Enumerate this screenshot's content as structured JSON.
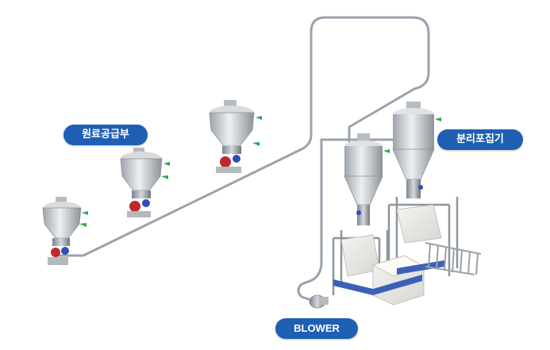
{
  "labels": {
    "feed_unit": "원료공급부",
    "collector": "분리포집기",
    "blower": "BLOWER"
  },
  "colors": {
    "label_bg": "#1f5fb3",
    "label_text": "#ffffff",
    "pipe": "#9aa3ad",
    "hopper_steel": "#c9cdd2",
    "valve_red": "#c0282c",
    "valve_blue": "#2f4fb5",
    "indicator_green": "#2ea84a",
    "frame_blue": "#3d5fb8",
    "bag_white": "#eeeeee"
  },
  "components": {
    "feed_hoppers": [
      "feed-hopper",
      "feed-hopper",
      "feed-hopper"
    ],
    "collectors": [
      "cyclone-collector",
      "cyclone-collector"
    ],
    "blower": "blower-fan"
  }
}
